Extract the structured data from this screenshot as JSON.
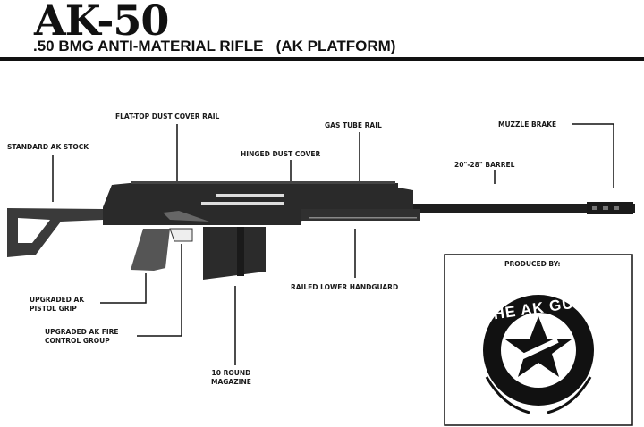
{
  "header": {
    "title": "AK-50",
    "subtitle": ".50 BMG ANTI-MATERIAL RIFLE   (AK PLATFORM)"
  },
  "labels": {
    "flat_top": "FLAT-TOP DUST COVER RAIL",
    "gas_tube": "GAS TUBE RAIL",
    "muzzle": "MUZZLE BRAKE",
    "stock": "STANDARD AK STOCK",
    "dust_cover": "HINGED DUST COVER",
    "barrel": "20\"-28\" BARREL",
    "handguard": "RAILED LOWER HANDGUARD",
    "grip_1": "UPGRADED AK",
    "grip_2": "PISTOL GRIP",
    "fcg_1": "UPGRADED AK FIRE",
    "fcg_2": "CONTROL GROUP",
    "mag_1": "10 ROUND",
    "mag_2": "MAGAZINE"
  },
  "logo": {
    "produced_by": "PRODUCED BY:",
    "brand": "THE AK GUY"
  }
}
